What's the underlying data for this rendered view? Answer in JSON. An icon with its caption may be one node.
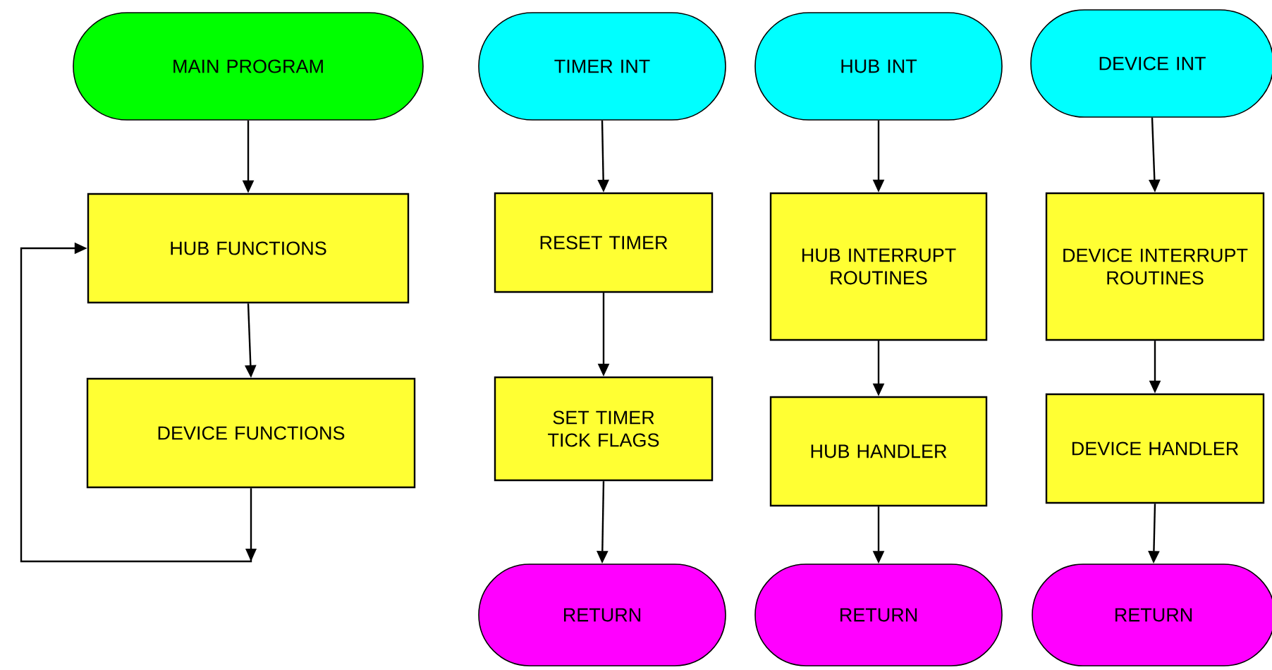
{
  "diagram": {
    "nodes": [
      {
        "text": [
          "MAIN PROGRAM"
        ]
      },
      {
        "text": [
          "HUB FUNCTIONS"
        ]
      },
      {
        "text": [
          "DEVICE FUNCTIONS"
        ]
      },
      {
        "text": [
          "TIMER INT"
        ]
      },
      {
        "text": [
          "RESET TIMER"
        ]
      },
      {
        "text": [
          "SET TIMER TICK FLAGS"
        ]
      },
      {
        "text": [
          "RETURN"
        ]
      },
      {
        "text": [
          "HUB INT"
        ]
      },
      {
        "text": [
          "HUB INTERRUPT ROUTINES"
        ]
      },
      {
        "text": [
          "HUB HANDLER"
        ]
      },
      {
        "text": [
          "RETURN"
        ]
      },
      {
        "text": [
          "DEVICE INT"
        ]
      },
      {
        "text": [
          "DEVICE INTERRUPT ROUTINES"
        ]
      },
      {
        "text": [
          "DEVICE HANDLER"
        ]
      },
      {
        "text": [
          "RETURN"
        ]
      }
    ],
    "edges": [
      {
        "from": 0,
        "to": 1,
        "arrow": "to"
      },
      {
        "from": 1,
        "to": 2,
        "arrow": "to"
      },
      {
        "from": 2,
        "to": 1,
        "arrow": "to"
      },
      {
        "from": 3,
        "to": 4,
        "arrow": "to"
      },
      {
        "from": 4,
        "to": 5,
        "arrow": "to"
      },
      {
        "from": 5,
        "to": 6,
        "arrow": "to"
      },
      {
        "from": 7,
        "to": 8,
        "arrow": "to"
      },
      {
        "from": 8,
        "to": 9,
        "arrow": "to"
      },
      {
        "from": 9,
        "to": 10,
        "arrow": "to"
      },
      {
        "from": 11,
        "to": 12,
        "arrow": "to"
      },
      {
        "from": 12,
        "to": 13,
        "arrow": "to"
      },
      {
        "from": 13,
        "to": 14,
        "arrow": "to"
      }
    ]
  }
}
